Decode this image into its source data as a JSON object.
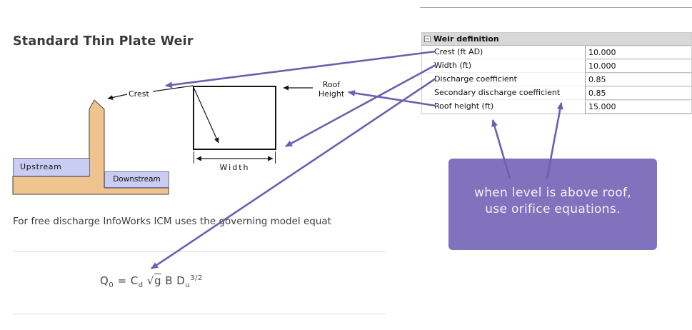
{
  "title": "Standard Thin Plate Weir",
  "diagram": {
    "crest_label": "Crest",
    "roof_height_line1": "Roof",
    "roof_height_line2": "Height",
    "width_label": "Width",
    "upstream_label": "Upstream",
    "downstream_label": "Downstream"
  },
  "property_grid": {
    "header": "Weir definition",
    "collapse_glyph": "−",
    "rows": [
      {
        "label": "Crest (ft AD)",
        "value": "10.000"
      },
      {
        "label": "Width (ft)",
        "value": "10.000"
      },
      {
        "label": "Discharge coefficient",
        "value": "0.85"
      },
      {
        "label": "Secondary discharge coefficient",
        "value": "0.85"
      },
      {
        "label": "Roof height (ft)",
        "value": "15.000"
      }
    ]
  },
  "callout": {
    "line1": "when level is above roof,",
    "line2": "use orifice equations."
  },
  "paragraph": "For free discharge InfoWorks ICM uses the governing model equat",
  "equation": {
    "parts": {
      "r1": "Q",
      "r2": "0",
      "r3": " = C",
      "r4": "d",
      "r5": " √",
      "r6": "g",
      "r7": " B D",
      "r8": "u",
      "r9": "3/2"
    }
  },
  "colors": {
    "annotation_purple": "#8172bd",
    "arrow_purple": "#6e5eb2",
    "weir_tan": "#f0c48f",
    "water_fill": "#c9cdf2",
    "grid_header_bg": "#d8d8d8"
  }
}
